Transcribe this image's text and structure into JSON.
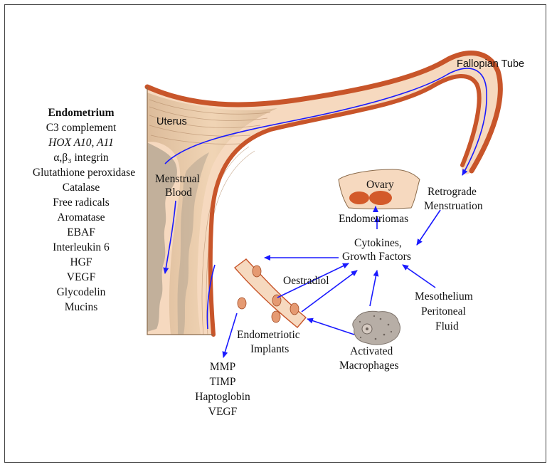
{
  "labels": {
    "fallopian_tube": "Fallopian Tube",
    "uterus": "Uterus",
    "menstrual_blood_1": "Menstrual",
    "menstrual_blood_2": "Blood",
    "ovary": "Ovary",
    "endometriomas": "Endometriomas",
    "retrograde_1": "Retrograde",
    "retrograde_2": "Menstruation",
    "cytokines_1": "Cytokines,",
    "cytokines_2": "Growth Factors",
    "oestradiol": "Oestradiol",
    "mesothelium_1": "Mesothelium",
    "mesothelium_2": "Peritoneal",
    "mesothelium_3": "Fluid",
    "implants_1": "Endometriotic",
    "implants_2": "Implants",
    "macrophages_1": "Activated",
    "macrophages_2": "Macrophages"
  },
  "endometrium_list": {
    "title": "Endometrium",
    "items": [
      "C3 complement",
      "HOX A10, A11",
      "α,β₃ integrin",
      "Glutathione peroxidase",
      "Catalase",
      "Free radicals",
      "Aromatase",
      "EBAF",
      "Interleukin 6",
      "HGF",
      "VEGF",
      "Glycodelin",
      "Mucins"
    ]
  },
  "implant_products": {
    "items": [
      "MMP",
      "TIMP",
      "Haptoglobin",
      "VEGF"
    ]
  },
  "colors": {
    "tissue": "#f6d9bf",
    "tissue_edge": "#c8552a",
    "muscle": "#e8c6a2",
    "fold_gray": "#b9a894",
    "arrow": "#1a1aff",
    "implant": "#e59a72"
  }
}
